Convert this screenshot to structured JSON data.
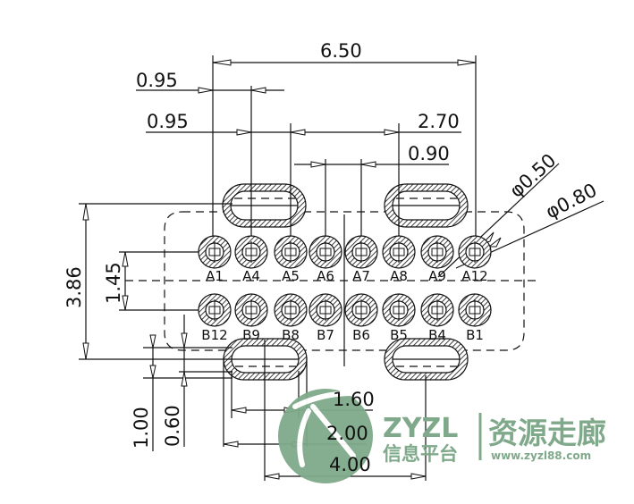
{
  "drawing": {
    "dimensions": {
      "overall_width": "6.50",
      "pitch_a1_a4": "0.95",
      "pitch_a4_a5": "0.95",
      "span_a5_a8": "2.70",
      "pitch_a6_a7": "0.90",
      "pin_diameter_inner": "φ0.50",
      "pin_diameter_outer": "φ0.80",
      "overall_height": "3.86",
      "row_spacing": "1.45",
      "slot_height": "1.00",
      "slot_inner_height": "0.60",
      "slot_inner_width": "1.60",
      "slot_width": "2.00",
      "slot_spacing": "4.00"
    },
    "pins_row_a": [
      "A1",
      "A4",
      "A5",
      "A6",
      "A7",
      "A8",
      "A9",
      "A12"
    ],
    "pins_row_b": [
      "B12",
      "B9",
      "B8",
      "B7",
      "B6",
      "B5",
      "B4",
      "B1"
    ]
  },
  "watermark": {
    "brand": "ZYZL",
    "subtitle": "信息平台",
    "name_cn": "资源走廊",
    "url": "www.zyzl88.com",
    "color": "#7fa98a"
  }
}
